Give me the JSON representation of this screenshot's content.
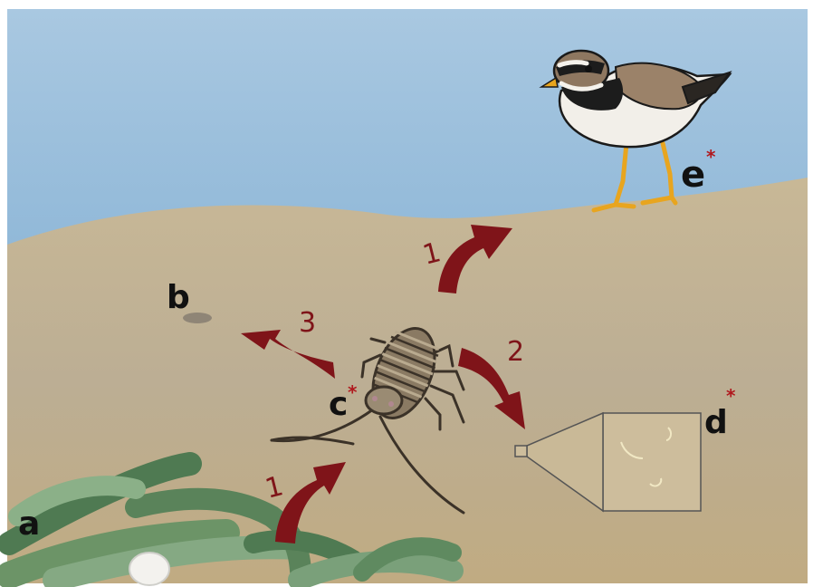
{
  "labels": {
    "a": "a",
    "b": "b",
    "c": "c",
    "d": "d",
    "e": "e",
    "asterisk": "*"
  },
  "arrows": {
    "to_bird": "1",
    "from_seaweed": "1",
    "to_trap": "2",
    "to_hole": "3"
  },
  "colors": {
    "sky": "#8fb7d6",
    "sand": "#c2b08e",
    "arrow": "#7f1419",
    "asterisk": "#b0191e",
    "seaweed": "#6f9a6d",
    "label": "#111111"
  },
  "icons": [
    "bird-icon",
    "isopod-icon",
    "seaweed-icon",
    "trap-icon",
    "burrow-icon",
    "shell-icon"
  ]
}
